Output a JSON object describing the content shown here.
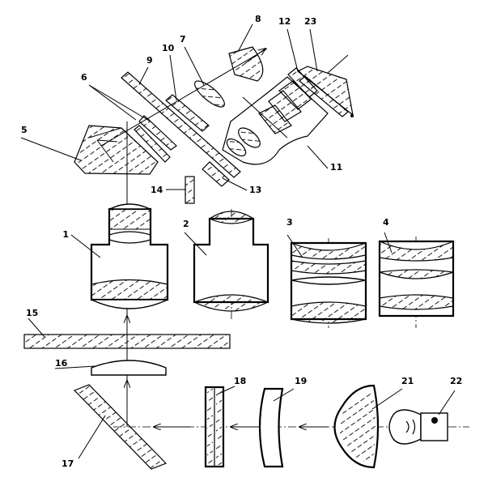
{
  "labels": {
    "l1": "1",
    "l2": "2",
    "l3": "3",
    "l4": "4",
    "l5": "5",
    "l6": "6",
    "l7": "7",
    "l8": "8",
    "l9": "9",
    "l10": "10",
    "l11": "11",
    "l12": "12",
    "l13": "13",
    "l14": "14",
    "l15": "15",
    "l16": "16",
    "l17": "17",
    "l18": "18",
    "l19": "19",
    "l21": "21",
    "l22": "22",
    "l23": "23"
  },
  "colors": {
    "ink": "#000000",
    "background": "#ffffff"
  }
}
